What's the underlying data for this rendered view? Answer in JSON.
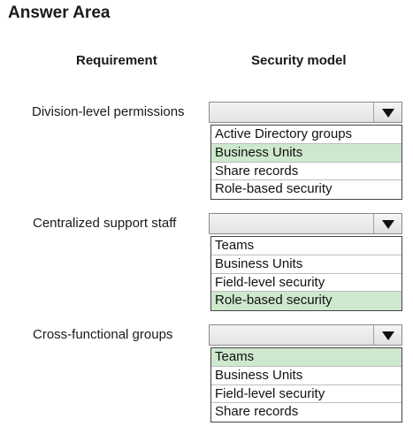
{
  "title": "Answer Area",
  "headers": {
    "requirement": "Requirement",
    "security_model": "Security model"
  },
  "rows": [
    {
      "requirement": "Division-level permissions",
      "options": [
        "Active Directory groups",
        "Business Units",
        "Share records",
        "Role-based security"
      ],
      "selected_option": "Business Units"
    },
    {
      "requirement": "Centralized support staff",
      "options": [
        "Teams",
        "Business Units",
        "Field-level security",
        "Role-based security"
      ],
      "selected_option": "Role-based security"
    },
    {
      "requirement": "Cross-functional groups",
      "options": [
        "Teams",
        "Business Units",
        "Field-level security",
        "Share records"
      ],
      "selected_option": "Teams"
    }
  ],
  "colors": {
    "selected_highlight": "#cde8cd"
  },
  "icons": {
    "dropdown_arrow": "chevron-down-icon"
  }
}
